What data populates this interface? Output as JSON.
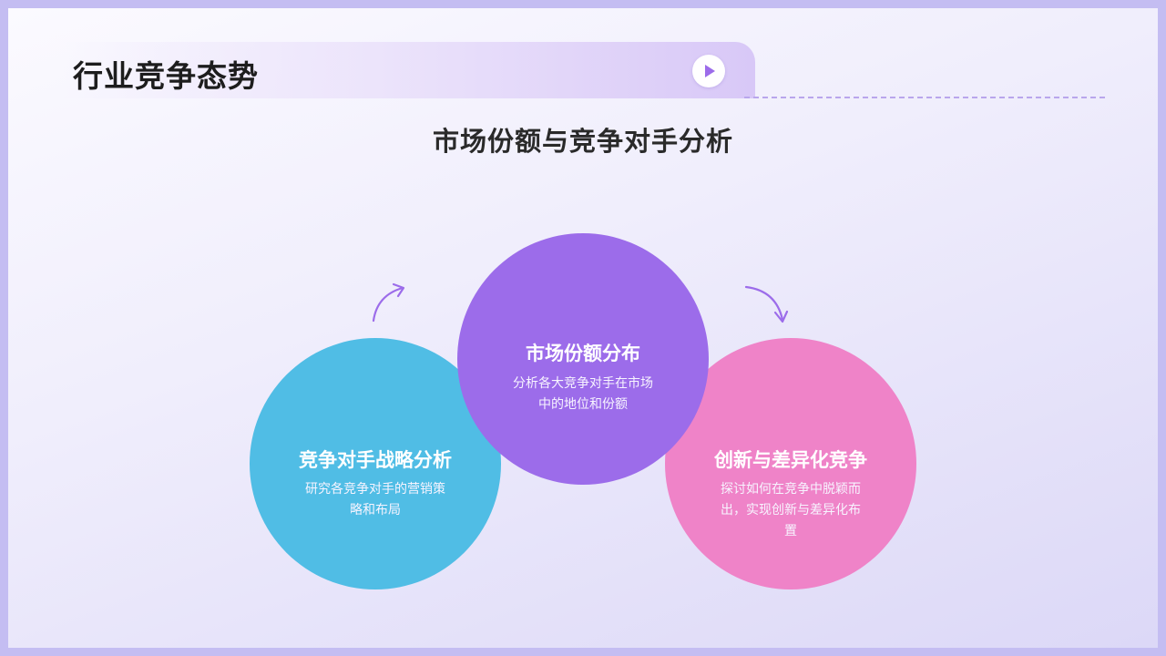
{
  "header": {
    "title": "行业竞争态势",
    "play_icon": "play-icon"
  },
  "subtitle": "市场份额与竞争对手分析",
  "colors": {
    "accent": "#9c6cea",
    "left_circle": "#50bde5",
    "middle_circle": "#9c6cea",
    "right_circle": "#ef83c8",
    "arrow": "#9c6cea"
  },
  "circles": [
    {
      "title": "竞争对手战略分析",
      "desc_lines": [
        "研究各竞争对手的营销策",
        "略和布局"
      ]
    },
    {
      "title": "市场份额分布",
      "desc_lines": [
        "分析各大竞争对手在市场",
        "中的地位和份额"
      ]
    },
    {
      "title": "创新与差异化竞争",
      "desc_lines": [
        "探讨如何在竞争中脱颖而",
        "出，实现创新与差异化布",
        "置"
      ]
    }
  ]
}
